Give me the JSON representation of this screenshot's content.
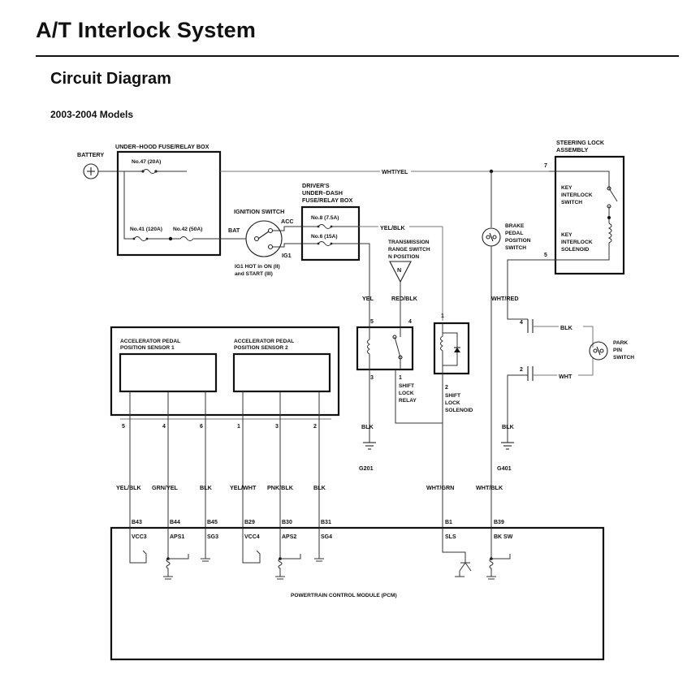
{
  "header": {
    "title": "A/T Interlock System",
    "section": "Circuit Diagram",
    "models": "2003-2004 Models"
  },
  "components": {
    "battery": "BATTERY",
    "underhood_box": "UNDER–HOOD FUSE/RELAY BOX",
    "fuse47": "No.47 (20A)",
    "fuse41": "No.41 (120A)",
    "fuse42": "No.42 (50A)",
    "ignition_switch": "IGNITION SWITCH",
    "bat": "BAT",
    "acc": "ACC",
    "ig1": "IG1",
    "ig1_note_1": "IG1 HOT in ON (II)",
    "ig1_note_2": "and START (III)",
    "dash_box_1": "DRIVER'S",
    "dash_box_2": "UNDER–DASH",
    "dash_box_3": "FUSE/RELAY BOX",
    "fuse8": "No.8 (7.5A)",
    "fuse6": "No.6 (15A)",
    "trs_1": "TRANSMISSION",
    "trs_2": "RANGE SWITCH",
    "trs_3": "N POSITION",
    "trs_n": "N",
    "steering_1": "STEERING LOCK",
    "steering_2": "ASSEMBLY",
    "key_switch_1": "KEY",
    "key_switch_2": "INTERLOCK",
    "key_switch_3": "SWITCH",
    "key_sol_1": "KEY",
    "key_sol_2": "INTERLOCK",
    "key_sol_3": "SOLENOID",
    "brake_1": "BRAKE",
    "brake_2": "PEDAL",
    "brake_3": "POSITION",
    "brake_4": "SWITCH",
    "park_1": "PARK",
    "park_2": "PIN",
    "park_3": "SWITCH",
    "apps1_1": "ACCELERATOR PEDAL",
    "apps1_2": "POSITION SENSOR 1",
    "apps2_1": "ACCELERATOR PEDAL",
    "apps2_2": "POSITION SENSOR 2",
    "relay_1": "SHIFT",
    "relay_2": "LOCK",
    "relay_3": "RELAY",
    "sol_1": "SHIFT",
    "sol_2": "LOCK",
    "sol_3": "SOLENOID",
    "pcm": "POWERTRAIN CONTROL MODULE (PCM)",
    "g201": "G201",
    "g401": "G401"
  },
  "wires": {
    "wht_yel": "WHT/YEL",
    "yel_blk_top": "YEL/BLK",
    "yel": "YEL",
    "red_blk": "RED/BLK",
    "wht_red": "WHT/RED",
    "blk_park1": "BLK",
    "wht_park": "WHT",
    "blk_g201": "BLK",
    "blk_g401": "BLK"
  },
  "pins": {
    "steer_7": "7",
    "steer_5": "5",
    "relay_5": "5",
    "relay_4": "4",
    "relay_3": "3",
    "relay_1": "1",
    "sol_1": "1",
    "sol_2": "2",
    "park_4": "4",
    "park_2": "2",
    "apps": [
      "5",
      "4",
      "6",
      "1",
      "3",
      "2"
    ]
  },
  "pcm_wires": [
    {
      "color": "YEL/BLK",
      "term": "B43",
      "name": "VCC3"
    },
    {
      "color": "GRN/YEL",
      "term": "B44",
      "name": "APS1"
    },
    {
      "color": "BLK",
      "term": "B45",
      "name": "SG3"
    },
    {
      "color": "YEL/WHT",
      "term": "B29",
      "name": "VCC4"
    },
    {
      "color": "PNK/BLK",
      "term": "B30",
      "name": "APS2"
    },
    {
      "color": "BLK",
      "term": "B31",
      "name": "SG4"
    },
    {
      "color": "WHT/GRN",
      "term": "B1",
      "name": "SLS"
    },
    {
      "color": "WHT/BLK",
      "term": "B39",
      "name": "BK SW"
    }
  ]
}
